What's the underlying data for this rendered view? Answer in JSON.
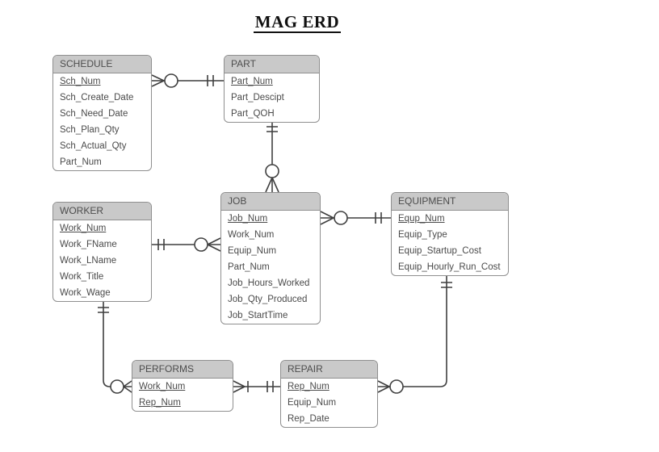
{
  "title": "MAG ERD",
  "colors": {
    "header_bg": "#c9c9c9",
    "box_border": "#8f8f8f",
    "line": "#3f3f3f",
    "text": "#4a4a4a",
    "background": "#ffffff"
  },
  "entities": [
    {
      "name": "SCHEDULE",
      "fields": [
        {
          "label": "Sch_Num",
          "pk": true
        },
        {
          "label": "Sch_Create_Date",
          "pk": false
        },
        {
          "label": "Sch_Need_Date",
          "pk": false
        },
        {
          "label": "Sch_Plan_Qty",
          "pk": false
        },
        {
          "label": "Sch_Actual_Qty",
          "pk": false
        },
        {
          "label": "Part_Num",
          "pk": false
        }
      ]
    },
    {
      "name": "PART",
      "fields": [
        {
          "label": "Part_Num",
          "pk": true
        },
        {
          "label": "Part_Descipt",
          "pk": false
        },
        {
          "label": "Part_QOH",
          "pk": false
        }
      ]
    },
    {
      "name": "WORKER",
      "fields": [
        {
          "label": "Work_Num",
          "pk": true
        },
        {
          "label": "Work_FName",
          "pk": false
        },
        {
          "label": "Work_LName",
          "pk": false
        },
        {
          "label": "Work_Title",
          "pk": false
        },
        {
          "label": "Work_Wage",
          "pk": false
        }
      ]
    },
    {
      "name": "JOB",
      "fields": [
        {
          "label": "Job_Num",
          "pk": true
        },
        {
          "label": "Work_Num",
          "pk": false
        },
        {
          "label": "Equip_Num",
          "pk": false
        },
        {
          "label": "Part_Num",
          "pk": false
        },
        {
          "label": "Job_Hours_Worked",
          "pk": false
        },
        {
          "label": "Job_Qty_Produced",
          "pk": false
        },
        {
          "label": "Job_StartTime",
          "pk": false
        }
      ]
    },
    {
      "name": "EQUIPMENT",
      "fields": [
        {
          "label": "Equp_Num",
          "pk": true
        },
        {
          "label": "Equip_Type",
          "pk": false
        },
        {
          "label": "Equip_Startup_Cost",
          "pk": false
        },
        {
          "label": "Equip_Hourly_Run_Cost",
          "pk": false
        }
      ]
    },
    {
      "name": "PERFORMS",
      "fields": [
        {
          "label": "Work_Num",
          "pk": true
        },
        {
          "label": "Rep_Num",
          "pk": true
        }
      ]
    },
    {
      "name": "REPAIR",
      "fields": [
        {
          "label": "Rep_Num",
          "pk": true
        },
        {
          "label": "Equip_Num",
          "pk": false
        },
        {
          "label": "Rep_Date",
          "pk": false
        }
      ]
    }
  ],
  "relationships": [
    {
      "from": "SCHEDULE",
      "to": "PART",
      "from_cardinality": "zero-or-many",
      "to_cardinality": "one-and-only-one"
    },
    {
      "from": "PART",
      "to": "JOB",
      "from_cardinality": "one-and-only-one",
      "to_cardinality": "zero-or-many"
    },
    {
      "from": "WORKER",
      "to": "JOB",
      "from_cardinality": "one-and-only-one",
      "to_cardinality": "zero-or-many"
    },
    {
      "from": "JOB",
      "to": "EQUIPMENT",
      "from_cardinality": "zero-or-many",
      "to_cardinality": "one-and-only-one"
    },
    {
      "from": "WORKER",
      "to": "PERFORMS",
      "from_cardinality": "one-and-only-one",
      "to_cardinality": "zero-or-many"
    },
    {
      "from": "PERFORMS",
      "to": "REPAIR",
      "from_cardinality": "one-or-many",
      "to_cardinality": "one-and-only-one"
    },
    {
      "from": "REPAIR",
      "to": "EQUIPMENT",
      "from_cardinality": "zero-or-many",
      "to_cardinality": "one-and-only-one"
    }
  ]
}
